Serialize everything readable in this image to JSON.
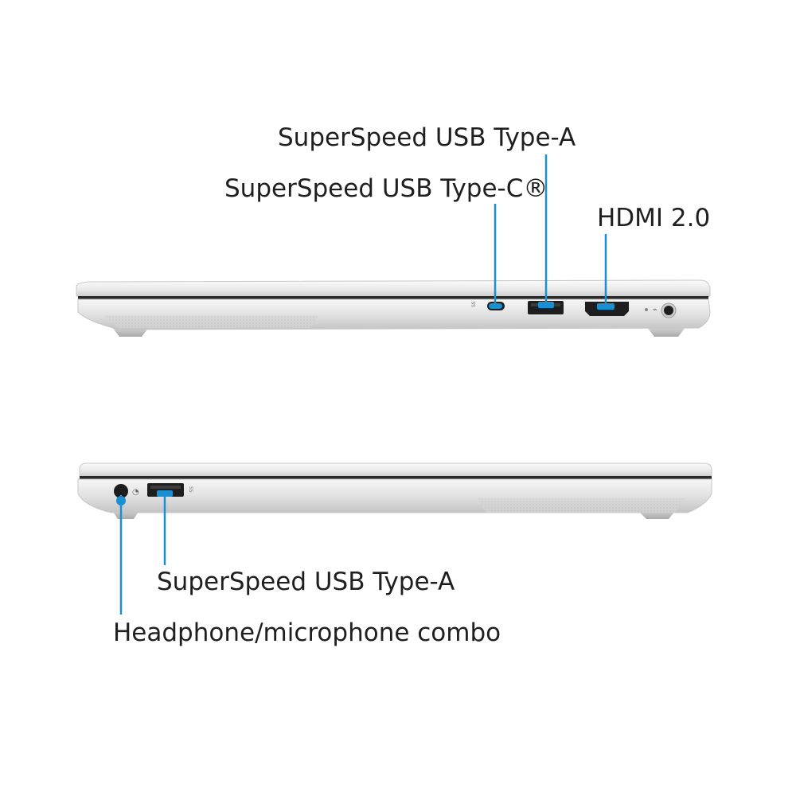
{
  "labels": {
    "usb_a_right": "SuperSpeed USB Type-A",
    "usb_c_right": "SuperSpeed USB Type-C®",
    "hdmi": "HDMI 2.0",
    "usb_a_left": "SuperSpeed USB Type-A",
    "audio": "Headphone/microphone combo"
  },
  "colors": {
    "callout": "#1a8fd1",
    "chassis_light": "#f1f1f1",
    "chassis_mid": "#dcdcdc",
    "chassis_dark": "#b9b9b9",
    "port": "#1e1e1e"
  }
}
